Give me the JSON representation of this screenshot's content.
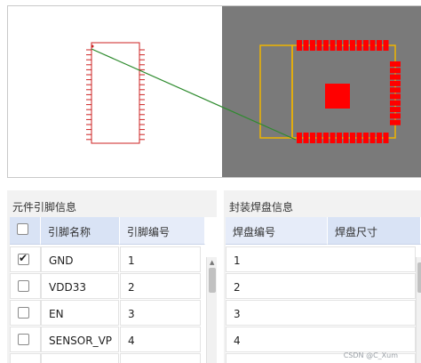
{
  "colors": {
    "schematic_outline": "#cc2222",
    "wire": "#2e8b2e",
    "pcb_background": "#7a7a7a",
    "pad": "#ff0000",
    "outline": "#f0b400",
    "header": "#d9e3f5"
  },
  "pin_panel": {
    "title": "元件引脚信息",
    "columns": [
      "引脚名称",
      "引脚编号"
    ],
    "rows": [
      {
        "checked": true,
        "name": "GND",
        "number": "1"
      },
      {
        "checked": false,
        "name": "VDD33",
        "number": "2"
      },
      {
        "checked": false,
        "name": "EN",
        "number": "3"
      },
      {
        "checked": false,
        "name": "SENSOR_VP",
        "number": "4"
      }
    ]
  },
  "pad_panel": {
    "title": "封装焊盘信息",
    "columns": [
      "焊盘编号",
      "焊盘尺寸"
    ],
    "rows": [
      {
        "number": "1",
        "size": ""
      },
      {
        "number": "2",
        "size": ""
      },
      {
        "number": "3",
        "size": ""
      },
      {
        "number": "4",
        "size": ""
      }
    ]
  },
  "watermark": "CSDN @C_Xum"
}
